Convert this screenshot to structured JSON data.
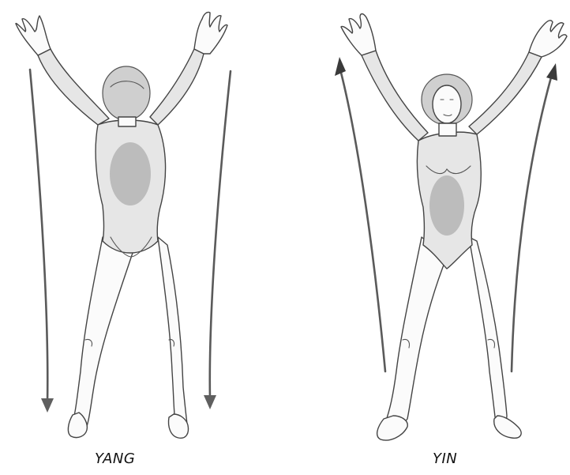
{
  "figures": [
    {
      "id": "yang",
      "caption": "YANG",
      "view": "back",
      "arrow_direction": "down"
    },
    {
      "id": "yin",
      "caption": "YIN",
      "view": "front",
      "arrow_direction": "up"
    }
  ],
  "colors": {
    "arrow_yang": "#5a5a5a",
    "arrow_yin": "#3a3a3a",
    "outline": "#444444"
  }
}
